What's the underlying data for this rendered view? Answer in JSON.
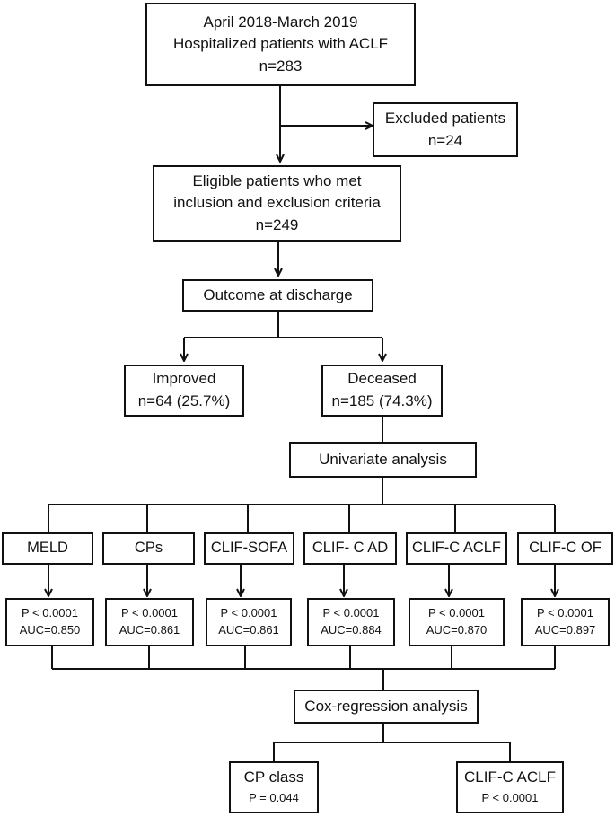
{
  "nodes": {
    "screened": {
      "lines": [
        "April 2018-March 2019",
        "Hospitalized patients with ACLF",
        "n=283"
      ]
    },
    "excluded": {
      "lines": [
        "Excluded patients",
        "n=24"
      ]
    },
    "eligible": {
      "lines": [
        "Eligible patients who met",
        "inclusion and exclusion criteria",
        "n=249"
      ]
    },
    "outcome": {
      "label": "Outcome at discharge"
    },
    "improved": {
      "lines": [
        "Improved",
        "n=64 (25.7%)"
      ]
    },
    "deceased": {
      "lines": [
        "Deceased",
        "n=185 (74.3%)"
      ]
    },
    "univariate": {
      "label": "Univariate analysis"
    },
    "scores": [
      {
        "name": "MELD",
        "p": "P < 0.0001",
        "auc": "AUC=0.850"
      },
      {
        "name": "CPs",
        "p": "P < 0.0001",
        "auc": "AUC=0.861"
      },
      {
        "name": "CLIF-SOFA",
        "p": "P < 0.0001",
        "auc": "AUC=0.861"
      },
      {
        "name": "CLIF- C AD",
        "p": "P < 0.0001",
        "auc": "AUC=0.884"
      },
      {
        "name": "CLIF-C ACLF",
        "p": "P < 0.0001",
        "auc": "AUC=0.870"
      },
      {
        "name": "CLIF-C OF",
        "p": "P < 0.0001",
        "auc": "AUC=0.897"
      }
    ],
    "cox": {
      "label": "Cox-regression analysis"
    },
    "cox_results": [
      {
        "name": "CP class",
        "p": "P = 0.044"
      },
      {
        "name": "CLIF-C ACLF",
        "p": "P < 0.0001"
      }
    ]
  }
}
